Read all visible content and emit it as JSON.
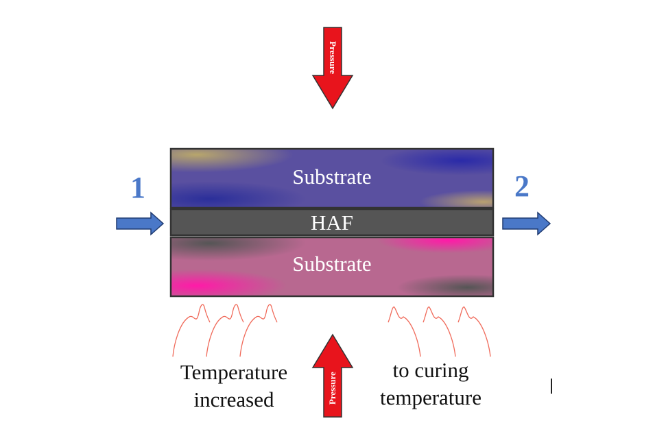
{
  "colors": {
    "pressure_arrow": "#e8141c",
    "flow_arrow": "#4a78c8",
    "step_number": "#4a78c8",
    "haf_layer": "#555555",
    "heat_lines": "#f06a5a"
  },
  "pressure_top": {
    "label": "Pressure"
  },
  "pressure_bottom": {
    "label": "Pressure"
  },
  "substrate_top": {
    "label": "Substrate"
  },
  "haf_layer": {
    "label": "HAF"
  },
  "substrate_bottom": {
    "label": "Substrate"
  },
  "step_in": {
    "number": "1"
  },
  "step_out": {
    "number": "2"
  },
  "caption_left": {
    "line1": "Temperature",
    "line2": "increased"
  },
  "caption_right": {
    "line1": "to curing",
    "line2": "temperature"
  }
}
